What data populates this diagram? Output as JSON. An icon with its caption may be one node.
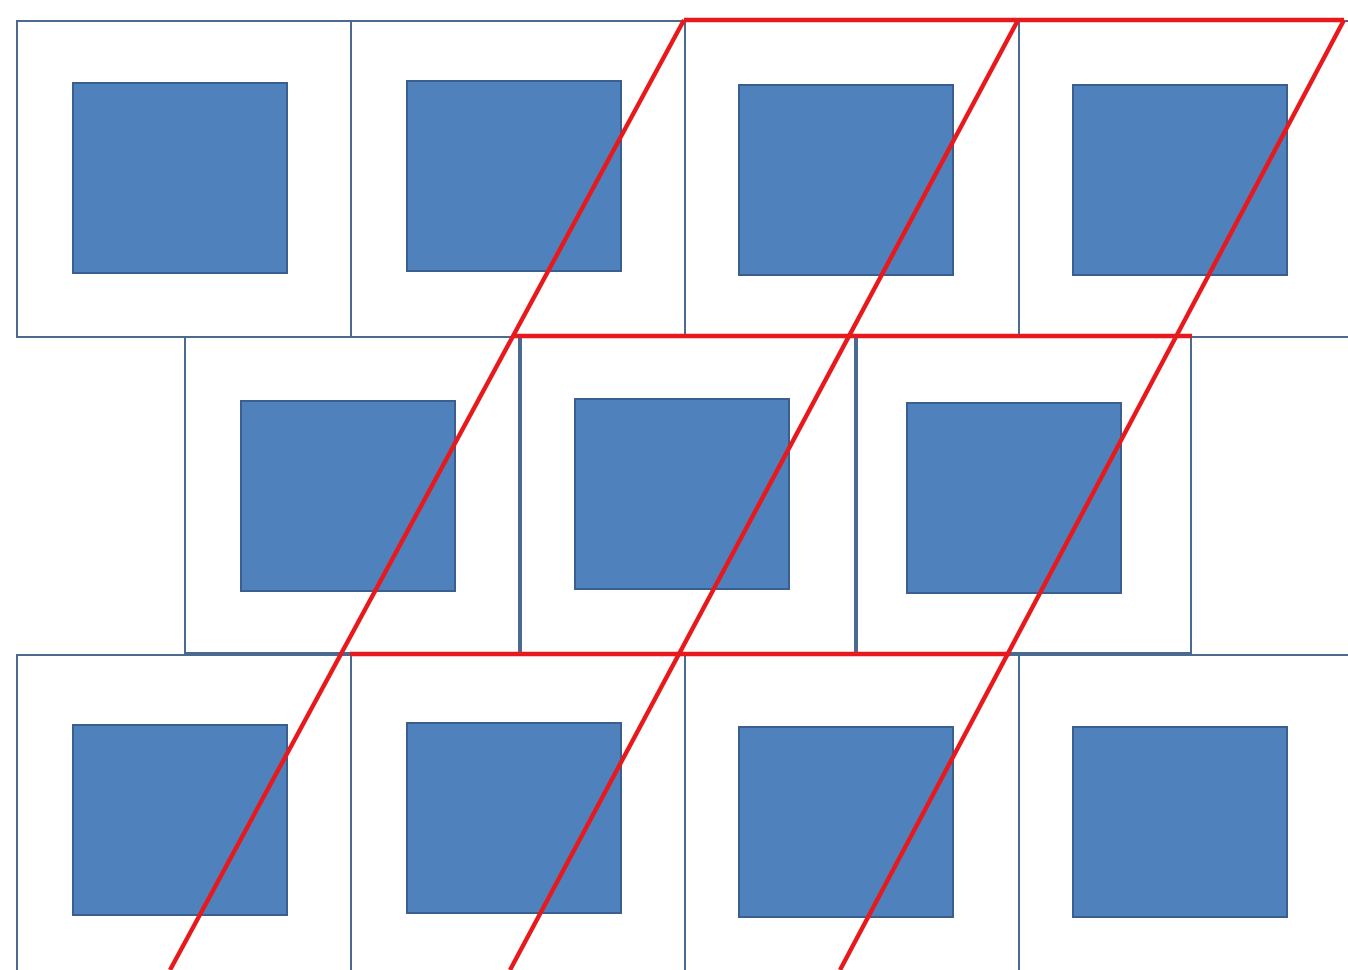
{
  "diagram": {
    "nodes": [
      {
        "text": [],
        "shape": "box"
      },
      {
        "text": [],
        "shape": "box",
        "in": 0
      },
      {
        "text": [],
        "shape": "box"
      },
      {
        "text": [],
        "shape": "box",
        "in": 2
      },
      {
        "text": [],
        "shape": "box"
      },
      {
        "text": [],
        "shape": "box",
        "in": 4
      },
      {
        "text": [],
        "shape": "box"
      },
      {
        "text": [],
        "shape": "box",
        "in": 6
      },
      {
        "text": [],
        "shape": "box"
      },
      {
        "text": [],
        "shape": "box",
        "in": 8
      },
      {
        "text": [],
        "shape": "box"
      },
      {
        "text": [],
        "shape": "box",
        "in": 10
      },
      {
        "text": [],
        "shape": "box"
      },
      {
        "text": [],
        "shape": "box",
        "in": 12
      },
      {
        "text": [],
        "shape": "box"
      },
      {
        "text": [],
        "shape": "box",
        "in": 14
      },
      {
        "text": [],
        "shape": "box"
      },
      {
        "text": [],
        "shape": "box",
        "in": 16
      },
      {
        "text": [],
        "shape": "box"
      },
      {
        "text": [],
        "shape": "box",
        "in": 18
      },
      {
        "text": [],
        "shape": "box"
      },
      {
        "text": [],
        "shape": "box",
        "in": 20
      }
    ]
  }
}
